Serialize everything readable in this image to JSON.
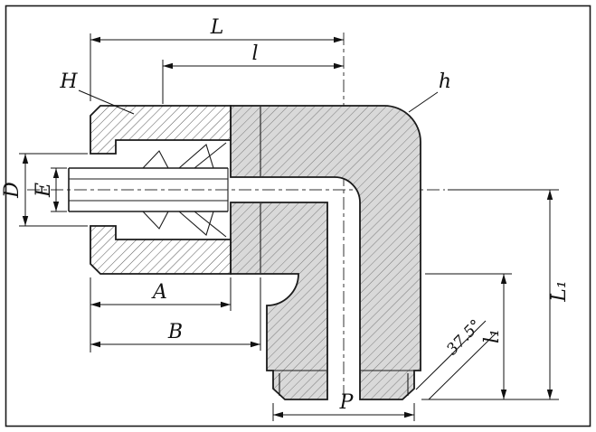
{
  "drawing": {
    "name": "90-degree elbow tube fitting cross-section",
    "dimension_labels": {
      "L": "L",
      "l": "l",
      "H": "H",
      "h": "h",
      "D": "D",
      "E": "E",
      "A": "A",
      "B": "B",
      "P": "P",
      "L1": "L₁",
      "l1": "l₁",
      "chamfer_angle": "37.5°"
    },
    "colors": {
      "line": "#1a1a1a",
      "dimension_line": "#111111",
      "body_fill": "#d9d9d9",
      "hatch_line": "#555555",
      "background": "#ffffff"
    }
  }
}
